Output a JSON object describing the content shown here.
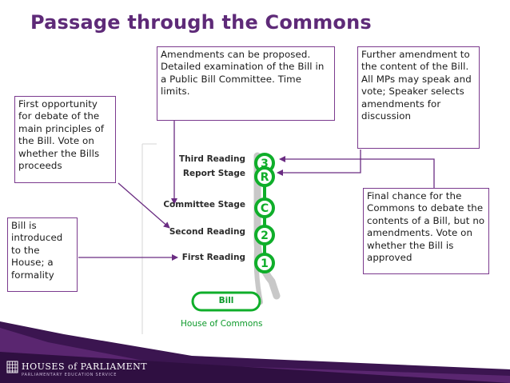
{
  "title": "Passage through the Commons",
  "callouts": {
    "amendments": "Amendments can be proposed.  Detailed examination of the Bill in a Public Bill Committee. Time limits.",
    "further": "Further amendment to the content of the Bill.  All MPs may speak and vote; Speaker selects amendments for discussion",
    "first_opportunity": "First opportunity for debate of the main principles of the Bill.  Vote on whether the Bills proceeds",
    "introduced": "Bill is introduced to the House; a formality",
    "final_chance": "Final chance for the Commons to debate the contents of a Bill, but no amendments.  Vote on whether the Bill is approved"
  },
  "stages": [
    {
      "label": "Third Reading",
      "symbol": "3"
    },
    {
      "label": "Report Stage",
      "symbol": "R"
    },
    {
      "label": "Committee Stage",
      "symbol": "C"
    },
    {
      "label": "Second Reading",
      "symbol": "2"
    },
    {
      "label": "First Reading",
      "symbol": "1"
    }
  ],
  "bill_label": "Bill",
  "house_label": "House of Commons",
  "logo": {
    "main": "HOUSES of PARLIAMENT",
    "sub": "PARLIAMENTARY EDUCATION SERVICE"
  },
  "colors": {
    "title": "#5e2a78",
    "callout_border": "#7b3a8e",
    "stage_green": "#0fae2a",
    "track_grey": "#c8c8c8",
    "banner_purple": "#5a2670"
  }
}
